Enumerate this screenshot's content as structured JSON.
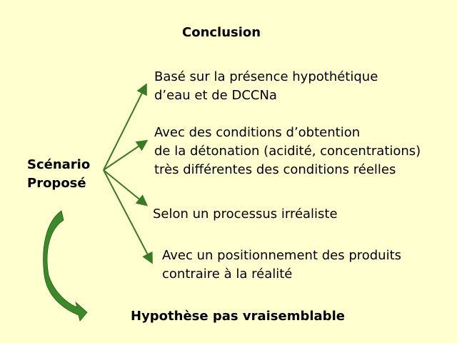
{
  "title": "Conclusion",
  "scenario": [
    "Scénario",
    "Proposé"
  ],
  "branches": [
    [
      "Basé sur la présence hypothétique",
      "d’eau et de DCCNa"
    ],
    [
      "Avec des conditions d’obtention",
      "de la détonation (acidité, concentrations)",
      "très différentes des conditions réelles"
    ],
    [
      "Selon un processus irréaliste"
    ],
    [
      "Avec un positionnement des produits",
      "contraire à la réalité"
    ]
  ],
  "conclusion": "Hypothèse pas vraisemblable",
  "colors": {
    "background": "#ffffd0",
    "arrow": "#3a8a2a"
  }
}
